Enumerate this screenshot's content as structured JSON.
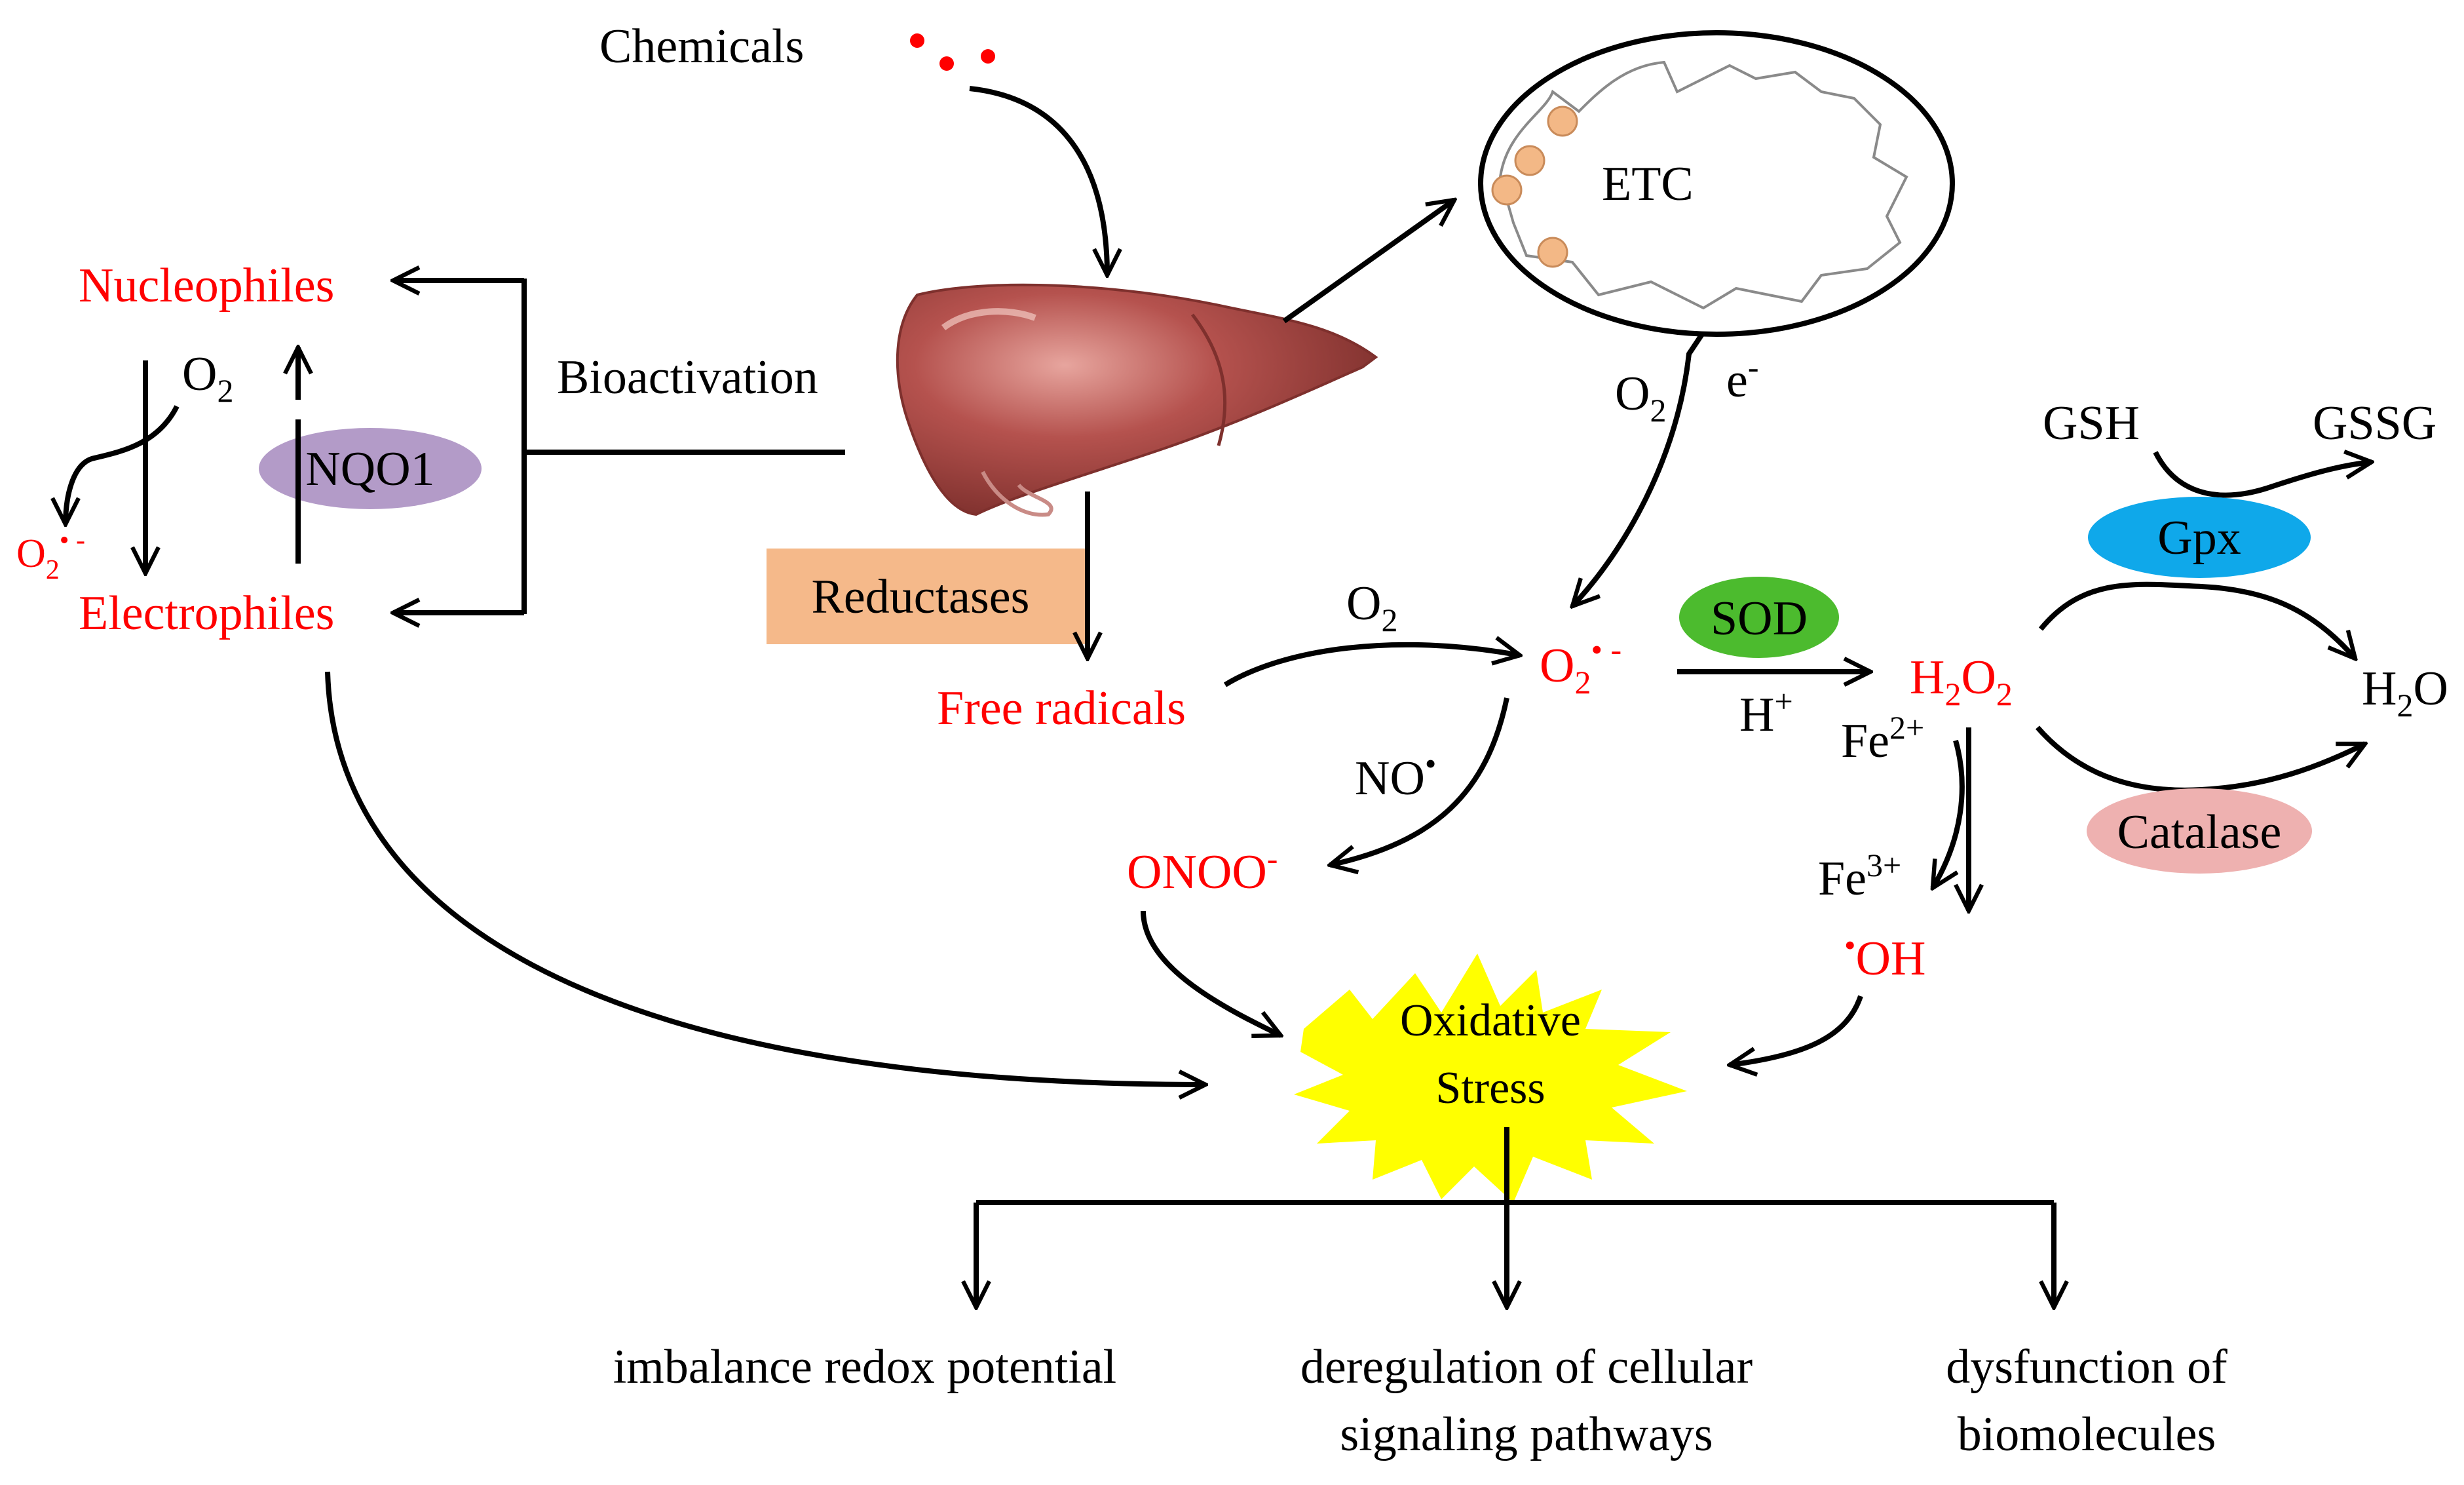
{
  "colors": {
    "red_text": "#ff0000",
    "black_text": "#000000",
    "liver": "#b5524e",
    "liver_dark": "#8c3a37",
    "liver_light": "#d98a84",
    "nqo1_fill": "#b39bc8",
    "reductases_fill": "#f5b98a",
    "sod_fill": "#4cbb2e",
    "gpx_fill": "#0fa8ea",
    "catalase_fill": "#eeb1b0",
    "stress_fill": "#ffff00",
    "etc_dots": "#f3b886"
  },
  "labels": {
    "chemicals": "Chemicals",
    "bioactivation": "Bioactivation",
    "nucleophiles": "Nucleophiles",
    "electrophiles": "Electrophiles",
    "nqo1": "NQO1",
    "o2_left": "O",
    "o2_left_sub": "2",
    "superoxide_left": "O",
    "superoxide_left_sub": "2",
    "superoxide_left_sup": "• -",
    "etc": "ETC",
    "o2_etc": "O",
    "o2_etc_sub": "2",
    "electron": "e",
    "electron_sup": "-",
    "reductases": "Reductases",
    "free_radicals": "Free radicals",
    "o2_mid": "O",
    "o2_mid_sub": "2",
    "superoxide_mid": "O",
    "superoxide_mid_sub": "2",
    "superoxide_mid_sup": "• -",
    "sod": "SOD",
    "h_plus": "H",
    "h_plus_sup": "+",
    "h2o2_h": "H",
    "h2o2_sub1": "2",
    "h2o2_o": "O",
    "h2o2_sub2": "2",
    "gsh": "GSH",
    "gssg": "GSSG",
    "gpx": "Gpx",
    "h2o_h": "H",
    "h2o_sub": "2",
    "h2o_o": "O",
    "catalase": "Catalase",
    "fe2": "Fe",
    "fe2_sup": "2+",
    "fe3": "Fe",
    "fe3_sup": "3+",
    "hydroxyl_dot": "•",
    "hydroxyl": "OH",
    "no": "NO",
    "no_dot": "•",
    "onoo": "ONOO",
    "onoo_sup": "-",
    "oxidative_stress_1": "Oxidative",
    "oxidative_stress_2": "Stress",
    "outcome_1": "imbalance redox potential",
    "outcome_2_line1": "deregulation of cellular",
    "outcome_2_line2": "signaling pathways",
    "outcome_3_line1": "dysfunction of",
    "outcome_3_line2": "biomolecules"
  }
}
